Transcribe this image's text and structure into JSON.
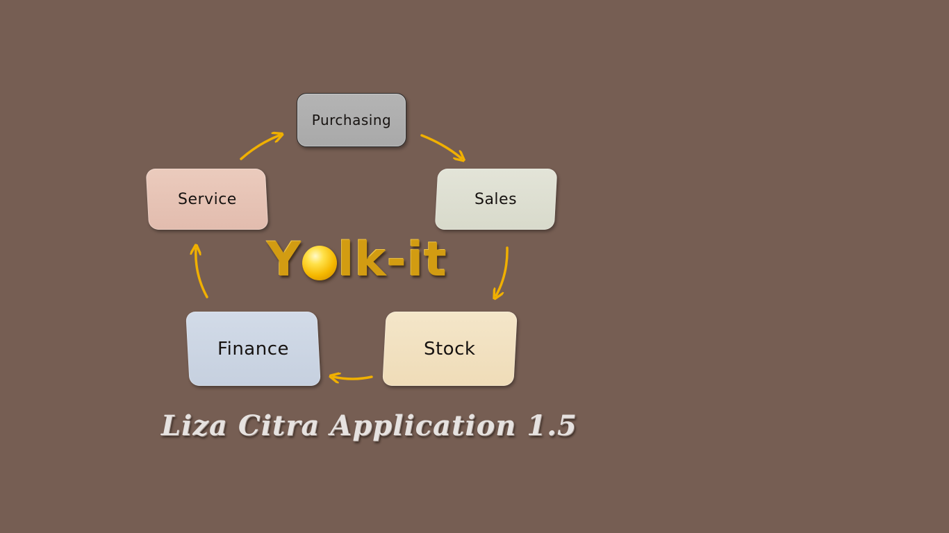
{
  "diagram": {
    "nodes": {
      "purchasing": "Purchasing",
      "sales": "Sales",
      "stock": "Stock",
      "finance": "Finance",
      "service": "Service"
    },
    "logo": {
      "prefix": "Y",
      "suffix": "lk-it",
      "ball_icon": "egg-yolk-icon"
    },
    "tagline": "Liza Citra Application 1.5",
    "colors": {
      "background": "#765e53",
      "arrow": "#f0b000",
      "logo_text": "#d29c12",
      "purchasing": "#b0b0b0",
      "sales": "#dedfd2",
      "stock": "#f2e2c2",
      "finance": "#ccd6e4",
      "service": "#e8c6b8"
    },
    "flow": [
      "purchasing",
      "sales",
      "stock",
      "finance",
      "service",
      "purchasing"
    ]
  }
}
